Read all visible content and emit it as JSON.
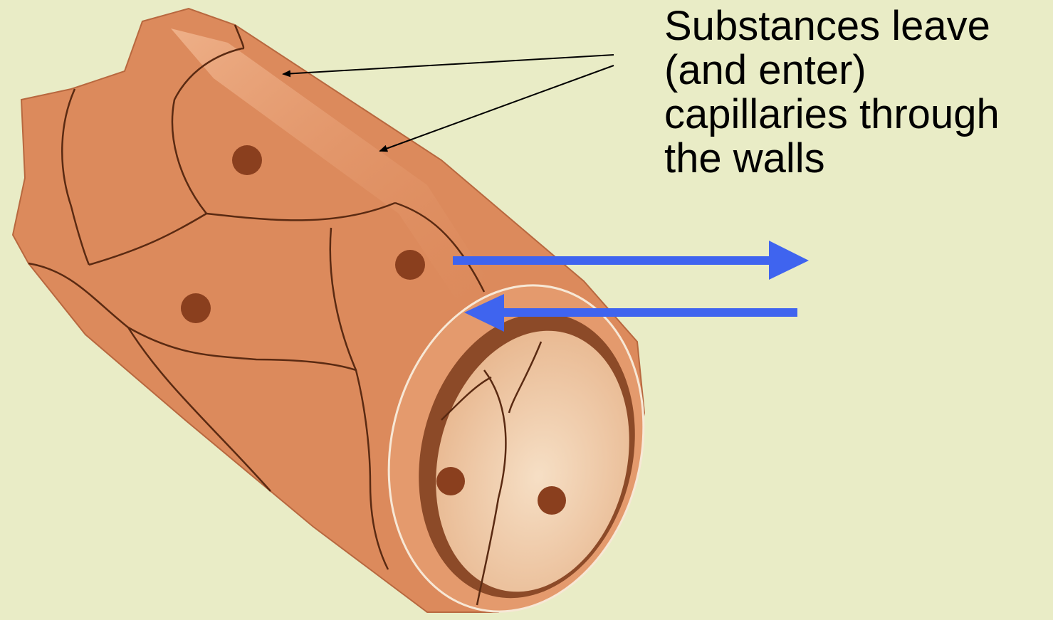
{
  "caption": {
    "lines": [
      "Substances leave",
      "(and enter)",
      "capillaries through",
      "the walls"
    ]
  },
  "colors": {
    "background": "#e9ecc6",
    "vessel_outer": "#dc8a5c",
    "vessel_light": "#ecae85",
    "cell_border": "#5a2a12",
    "nucleus": "#8a3f1e",
    "lumen": "#f3d3b4",
    "arrow_blue": "#3f64ef",
    "pointer_line": "#000000"
  },
  "icons": {
    "arrow_out": "right-arrow-icon",
    "arrow_in": "left-arrow-icon"
  }
}
